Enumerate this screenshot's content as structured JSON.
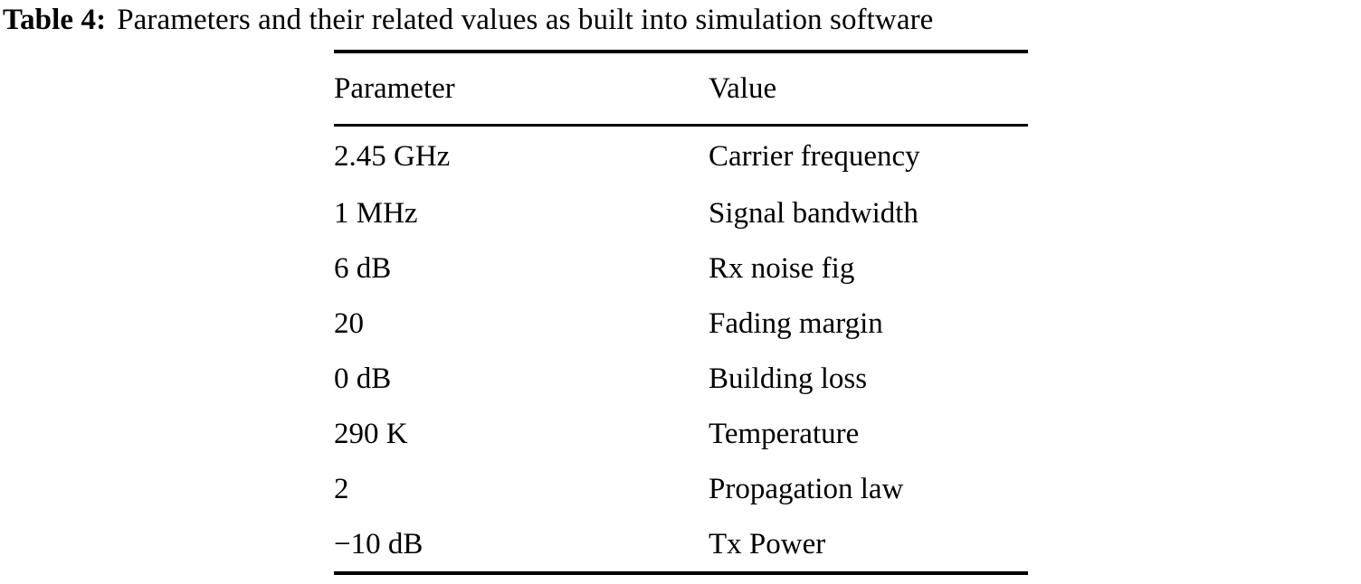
{
  "caption": {
    "label": "Table 4:",
    "text": "Parameters and their related values as built into simulation software"
  },
  "table": {
    "columns": [
      "Parameter",
      "Value"
    ],
    "rows": [
      {
        "parameter": "2.45 GHz",
        "value": "Carrier frequency"
      },
      {
        "parameter": "1 MHz",
        "value": "Signal bandwidth"
      },
      {
        "parameter": "6 dB",
        "value": "Rx noise fig"
      },
      {
        "parameter": "20",
        "value": "Fading margin"
      },
      {
        "parameter": "0 dB",
        "value": "Building loss"
      },
      {
        "parameter": "290 K",
        "value": "Temperature"
      },
      {
        "parameter": "2",
        "value": "Propagation law"
      },
      {
        "parameter": "−10 dB",
        "value": "Tx Power"
      }
    ]
  }
}
